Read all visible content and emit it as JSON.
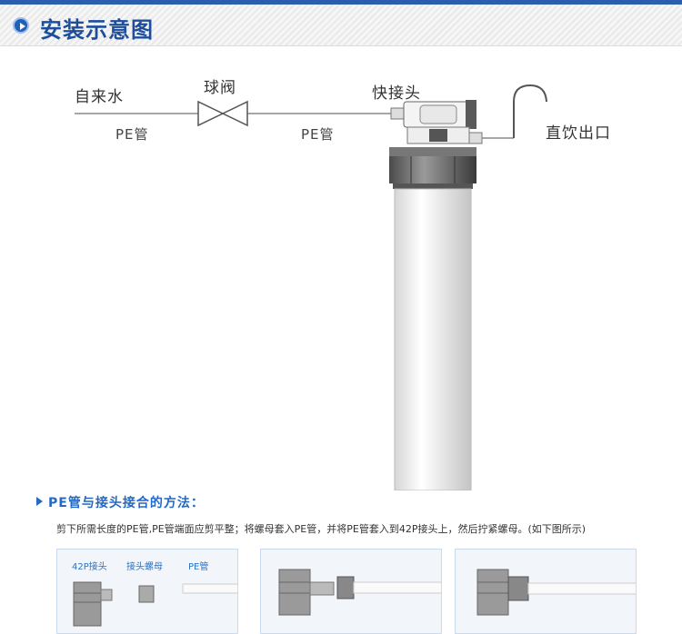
{
  "header": {
    "title": "安装示意图"
  },
  "diagram": {
    "labels": {
      "source": "自来水",
      "valve": "球阀",
      "connector": "快接头",
      "outlet": "直饮出口",
      "pipe_left": "PE管",
      "pipe_middle": "PE管"
    }
  },
  "section": {
    "title": "PE管与接头接合的方法：",
    "instruction": "剪下所需长度的PE管,PE管端面应剪平整；将螺母套入PE管，并将PE管套入到42P接头上，然后拧紧螺母。(如下图所示)"
  },
  "panels": [
    {
      "labels": [
        "42P接头",
        "接头螺母",
        "PE管"
      ]
    },
    {
      "labels": []
    },
    {
      "labels": []
    }
  ],
  "colors": {
    "accent": "#2469c4",
    "header_blue": "#1d4e9c"
  }
}
